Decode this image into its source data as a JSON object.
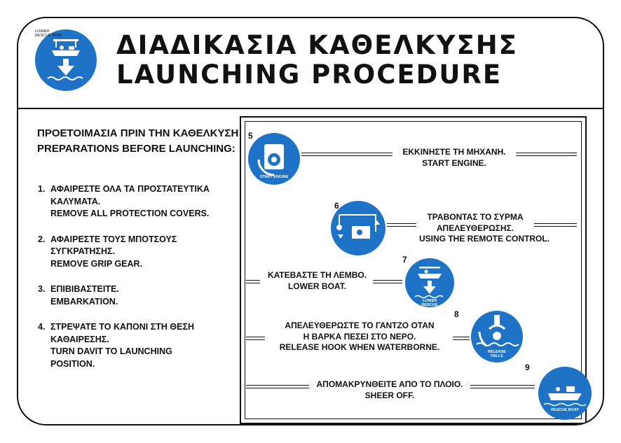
{
  "header": {
    "title_gr": "ΔΙΑΔΙΚΑΣΙΑ ΚΑΘΕΛΚΥΣΗΣ",
    "title_en": "LAUNCHING PROCEDURE",
    "logo_label_1": "LOWER",
    "logo_label_2": "RESCUE BOAT"
  },
  "preparations": {
    "heading_gr": "ΠΡΟΕΤΟΙΜΑΣΙΑ ΠΡΙΝ ΤΗΝ ΚΑΘΕΛΚΥΣΗ",
    "heading_en": "PREPARATIONS BEFORE LAUNCHING:",
    "steps": [
      {
        "num": "1.",
        "lines": [
          "ΑΦΑΙΡΕΣΤΕ ΟΛΑ ΤΑ ΠΡΟΣΤΑΤΕΥΤΙΚΑ",
          "ΚΑΛΥΜΑΤΑ.",
          "REMOVE ALL PROTECTION COVERS."
        ]
      },
      {
        "num": "2.",
        "lines": [
          "ΑΦΑΙΡΕΣΤΕ ΤΟΥΣ ΜΠΟΤΣΟΥΣ",
          "ΣΥΓΚΡΑΤΗΣΗΣ.",
          "REMOVE GRIP GEAR."
        ]
      },
      {
        "num": "3.",
        "lines": [
          "ΕΠΙΒΙΒΑΣΤΕΙΤΕ.",
          "EMBARKATION."
        ]
      },
      {
        "num": "4.",
        "lines": [
          "ΣΤΡΕΨΑΤΕ ΤΟ ΚΑΠΟΝΙ ΣΤΗ ΘΕΣΗ",
          "ΚΑΘΑΙΡΕΣΗΣ.",
          "TURN DAVIT TO LAUNCHING",
          "POSITION."
        ]
      }
    ]
  },
  "procedure": [
    {
      "num": "5",
      "lines": [
        "ΕΚΚΙΝΗΣΤΕ ΤΗ ΜΗΧΑΝΗ.",
        "START ENGINE."
      ],
      "icon": "start-engine-icon",
      "icon_label": "START ENGINE"
    },
    {
      "num": "6",
      "lines": [
        "ΤΡΑΒΟΝΤΑΣ ΤΟ ΣΥΡΜΑ",
        "ΑΠΕΛΕΥΘΕΡΩΣΗΣ.",
        "USING THE REMOTE CONTROL."
      ],
      "icon": "remote-control-icon",
      "icon_label": ""
    },
    {
      "num": "7",
      "lines": [
        "ΚΑΤΕΒΑΣΤΕ ΤΗ ΛΕΜΒΟ.",
        "LOWER BOAT."
      ],
      "icon": "lower-rescue-boat-icon",
      "icon_label": "LOWER RESCUE BOAT"
    },
    {
      "num": "8",
      "lines": [
        "ΑΠΕΛΕΥΘΕΡΩΣΤΕ ΤΟ ΓΑΝΤΖΟ ΟΤΑΝ",
        "Η ΒΑΡΚΑ ΠΕΣΕΙ ΣΤΟ ΝΕΡΟ.",
        "RELEASE HOOK WHEN WATERBORNE."
      ],
      "icon": "release-falls-icon",
      "icon_label": "RELEASE FALLS"
    },
    {
      "num": "9",
      "lines": [
        "ΑΠΟΜΑΚΡΥΝΘΕΙΤΕ ΑΠΟ ΤΟ ΠΛΟΙΟ.",
        "SHEER OFF."
      ],
      "icon": "rescue-boat-icon",
      "icon_label": "RESCUE BOAT"
    }
  ],
  "colors": {
    "icon_blue": "#1e73c7",
    "ink": "#111111",
    "background": "#ffffff"
  }
}
